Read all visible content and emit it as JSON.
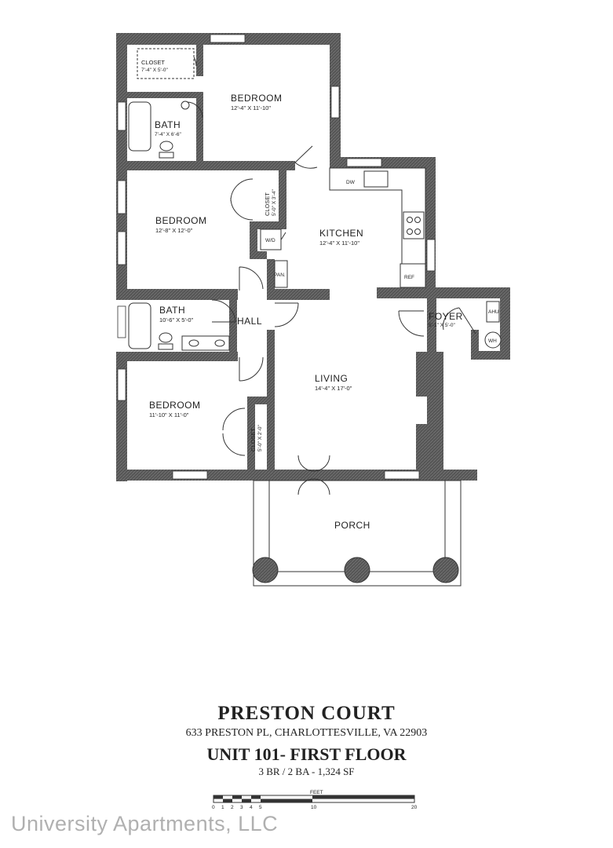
{
  "rooms": {
    "closet_top": {
      "name": "CLOSET",
      "dims": "7'-4\" X 5'-0\""
    },
    "bath_top": {
      "name": "BATH",
      "dims": "7'-4\" X 6'-6\""
    },
    "bedroom_1": {
      "name": "BEDROOM",
      "dims": "12'-4\" X 11'-10\""
    },
    "bedroom_2": {
      "name": "BEDROOM",
      "dims": "12'-8\" X 12'-0\""
    },
    "closet_mid": {
      "name": "CLOSET",
      "dims": "5'-0\" X 3'-4\""
    },
    "wd": "W/D",
    "pan": "PAN.",
    "kitchen": {
      "name": "KITCHEN",
      "dims": "12'-4\" X 11'-10\""
    },
    "dw": "DW",
    "ref": "REF",
    "bath_mid": {
      "name": "BATH",
      "dims": "10'-6\" X 5'-0\""
    },
    "hall": "HALL",
    "foyer": {
      "name": "FOYER",
      "dims": "5'-1\" X 5'-0\""
    },
    "ahu": "AHU",
    "wh": "WH",
    "living": {
      "name": "LIVING",
      "dims": "14'-4\" X 17'-0\""
    },
    "bedroom_3": {
      "name": "BEDROOM",
      "dims": "11'-10\" X 11'-0\""
    },
    "closet_bot": {
      "name": "CLOSET",
      "dims": "5'-0\" X 2'-0\""
    },
    "porch": "PORCH"
  },
  "title": {
    "name": "PRESTON COURT",
    "address": "633 PRESTON PL, CHARLOTTESVILLE, VA 22903",
    "unit": "UNIT 101- FIRST FLOOR",
    "summary": "3 BR / 2 BA - 1,324 SF"
  },
  "scale": {
    "label": "FEET",
    "ticks": [
      "0",
      "1",
      "2",
      "3",
      "4",
      "5",
      "10",
      "20"
    ]
  },
  "watermark": "University Apartments, LLC",
  "colors": {
    "wall": "#4a4a4a",
    "line": "#333333",
    "watermark": "#969696"
  }
}
